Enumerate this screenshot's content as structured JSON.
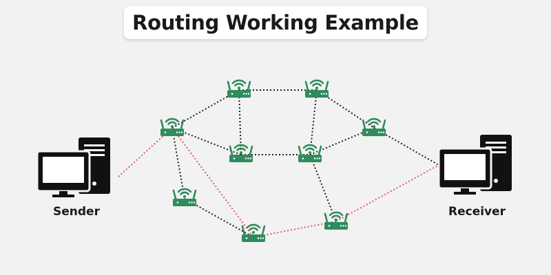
{
  "title": "Routing Working Example",
  "colors": {
    "router": "#2f8c5c",
    "link": "#1a1a1a",
    "active_route": "#e05a5a",
    "background": "#f2f2f2"
  },
  "sender": {
    "label": "Sender",
    "icon": "desktop-computer-icon"
  },
  "receiver": {
    "label": "Receiver",
    "icon": "desktop-computer-icon"
  },
  "router_icon": "wifi-router-icon"
}
